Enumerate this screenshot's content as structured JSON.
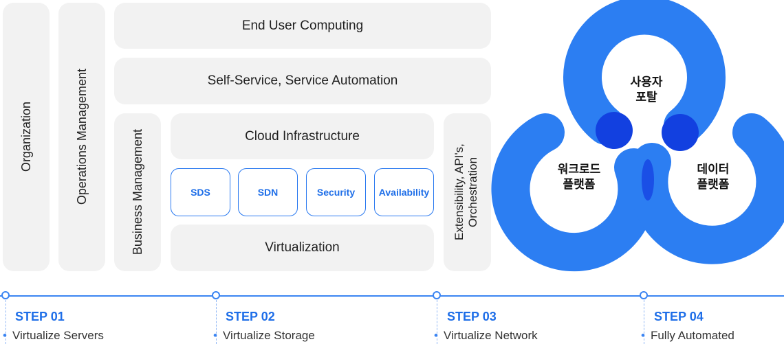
{
  "stack": {
    "organization": "Organization",
    "operations_management": "Operations Management",
    "end_user_computing": "End User Computing",
    "self_service": "Self-Service, Service Automation",
    "business_management": "Business Management",
    "cloud_infrastructure": "Cloud Infrastructure",
    "chips": [
      "SDS",
      "SDN",
      "Security",
      "Availability"
    ],
    "virtualization": "Virtualization",
    "extensibility": "Extensibility, API's, Orchestration"
  },
  "venn": {
    "top": [
      "사용자",
      "포탈"
    ],
    "left": [
      "워크로드",
      "플랫폼"
    ],
    "right": [
      "데이터",
      "플랫폼"
    ],
    "ring_color": "#2c7ef2",
    "overlap_color": "#1240e0"
  },
  "steps": [
    {
      "title": "STEP 01",
      "desc": "Virtualize Servers"
    },
    {
      "title": "STEP 02",
      "desc": "Virtualize Storage"
    },
    {
      "title": "STEP 03",
      "desc": "Virtualize Network"
    },
    {
      "title": "STEP 04",
      "desc": "Fully Automated"
    }
  ],
  "colors": {
    "accent": "#1e6ee8",
    "panel": "#f2f2f2"
  }
}
